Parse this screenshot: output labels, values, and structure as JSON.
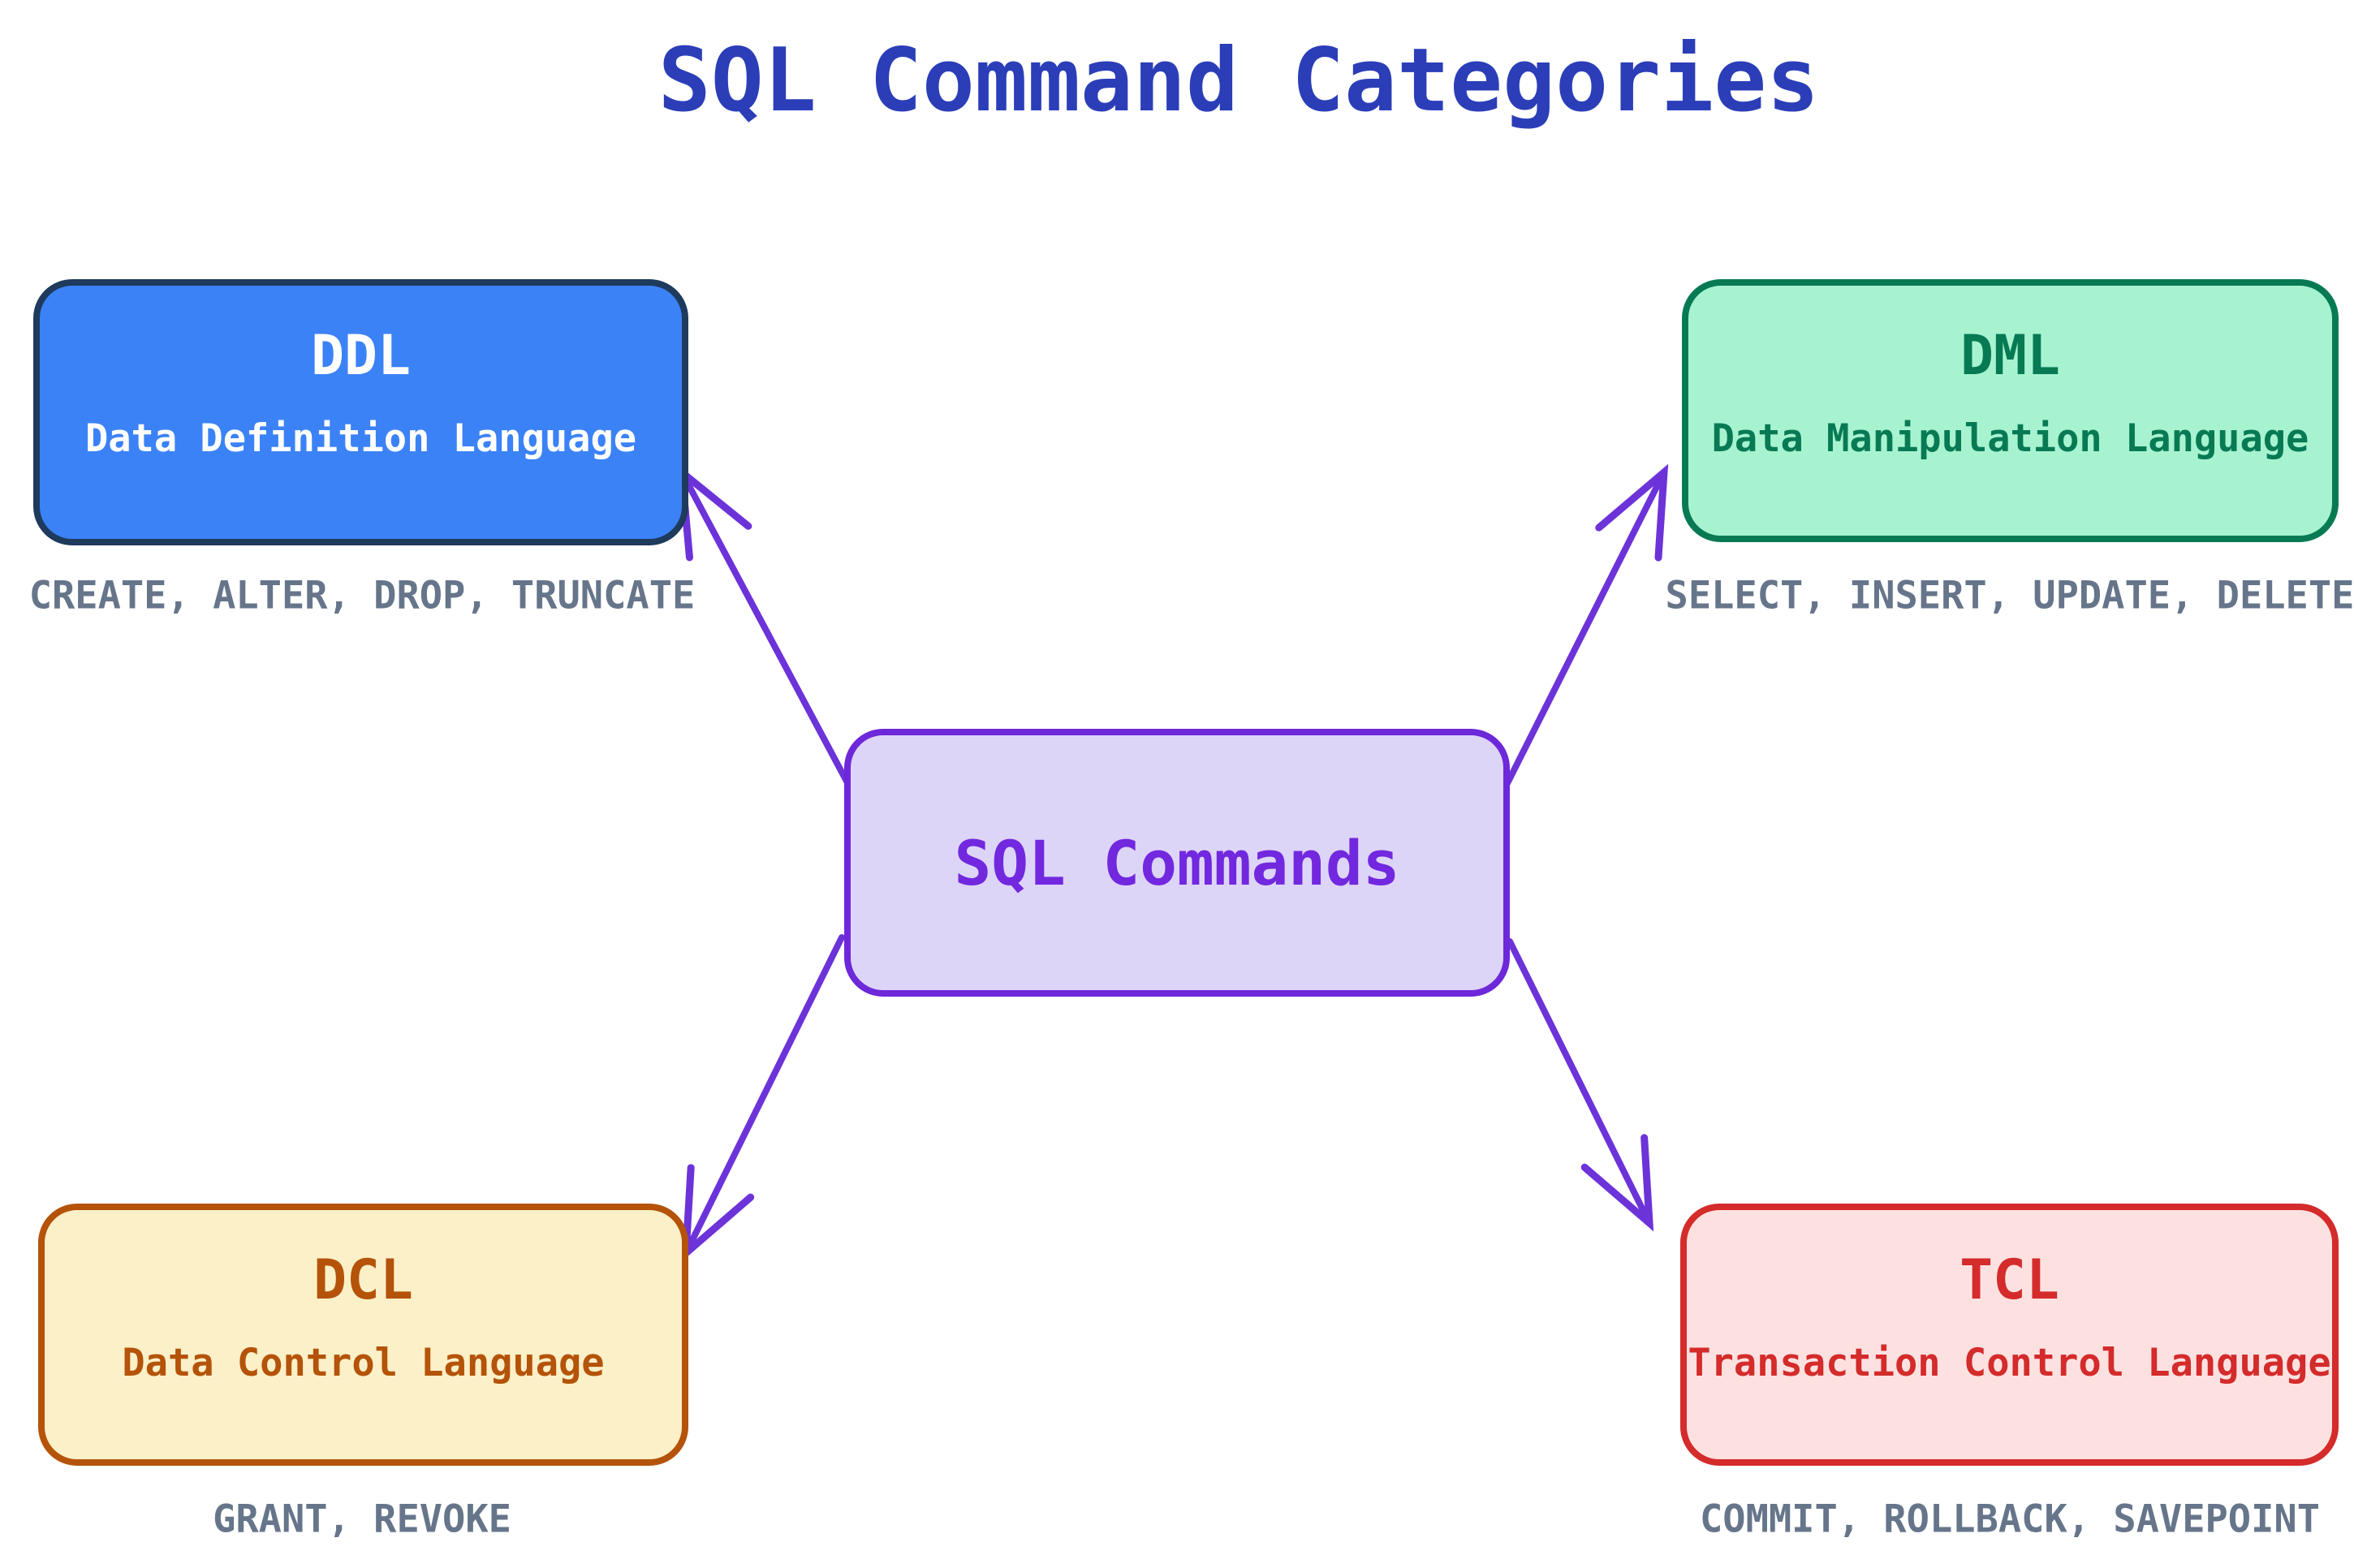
{
  "title": {
    "text": "SQL Command Categories",
    "color": "#2b3eb8"
  },
  "center_node": {
    "label": "SQL Commands",
    "fill": "#ddd5f8",
    "border_color": "#6d28d9",
    "text_color": "#7228de"
  },
  "categories": [
    {
      "abbr": "DDL",
      "name": "Data Definition Language",
      "commands": "CREATE, ALTER, DROP, TRUNCATE",
      "fill": "#3b82f6",
      "border_color": "#1e3a5c",
      "text_color": "#ffffff",
      "position": "top-left"
    },
    {
      "abbr": "DML",
      "name": "Data Manipulation Language",
      "commands": "SELECT, INSERT, UPDATE, DELETE",
      "fill": "#a7f3d0",
      "border_color": "#077a54",
      "text_color": "#077a54",
      "position": "top-right"
    },
    {
      "abbr": "DCL",
      "name": "Data Control Language",
      "commands": "GRANT, REVOKE",
      "fill": "#fbf0c8",
      "border_color": "#b45309",
      "text_color": "#b45309",
      "position": "bottom-left"
    },
    {
      "abbr": "TCL",
      "name": "Transaction Control Language",
      "commands": "COMMIT, ROLLBACK, SAVEPOINT",
      "fill": "#fde1e1",
      "border_color": "#d42b2b",
      "text_color": "#d42b2b",
      "position": "bottom-right"
    }
  ],
  "captions_color": "#66758a",
  "arrows": {
    "color": "#6c33d9",
    "connections": [
      {
        "from": "SQL Commands",
        "to": "DDL"
      },
      {
        "from": "SQL Commands",
        "to": "DML"
      },
      {
        "from": "SQL Commands",
        "to": "DCL"
      },
      {
        "from": "SQL Commands",
        "to": "TCL"
      }
    ]
  }
}
